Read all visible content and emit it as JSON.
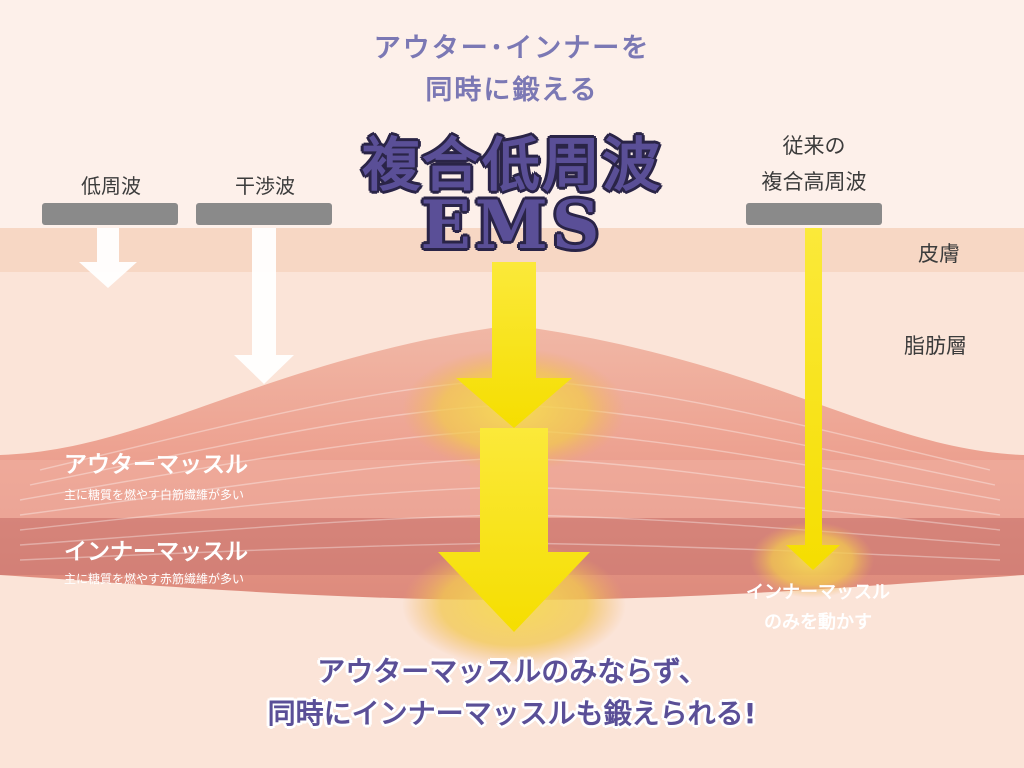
{
  "heading": {
    "line1": "アウター･インナーを",
    "line2": "同時に鍛える"
  },
  "product_title": {
    "line1": "複合低周波",
    "line2": "EMS"
  },
  "methods": {
    "low_frequency": "低周波",
    "interference": "干渉波",
    "conventional_line1": "従来の",
    "conventional_line2": "複合高周波"
  },
  "layers": {
    "skin": "皮膚",
    "fat": "脂肪層"
  },
  "muscles": {
    "outer_name": "アウターマッスル",
    "outer_desc": "主に糖質を燃やす白筋繊維が多い",
    "inner_name": "インナーマッスル",
    "inner_desc": "主に糖質を燃やす赤筋繊維が多い"
  },
  "conventional_note": {
    "line1": "インナーマッスル",
    "line2": "のみを動かす"
  },
  "bottom_message": {
    "line1": "アウターマッスルのみならず、",
    "line2": "同時にインナーマッスルも鍛えられる!"
  },
  "colors": {
    "heading": "#7b78b4",
    "title": "#5a4f97",
    "arrow_yellow": "#f7e400",
    "glow": "#f5d34a",
    "electrode": "#8a8a8a",
    "skin_band": "#f7d8c6",
    "fat": "#fbe6dc",
    "muscle_outer": "#eea898",
    "muscle_inner": "#d88478",
    "white_arrow": "#ffffff"
  },
  "icons": {
    "electrode": "gray-bar",
    "stimulus_arrow": "down-arrow"
  }
}
